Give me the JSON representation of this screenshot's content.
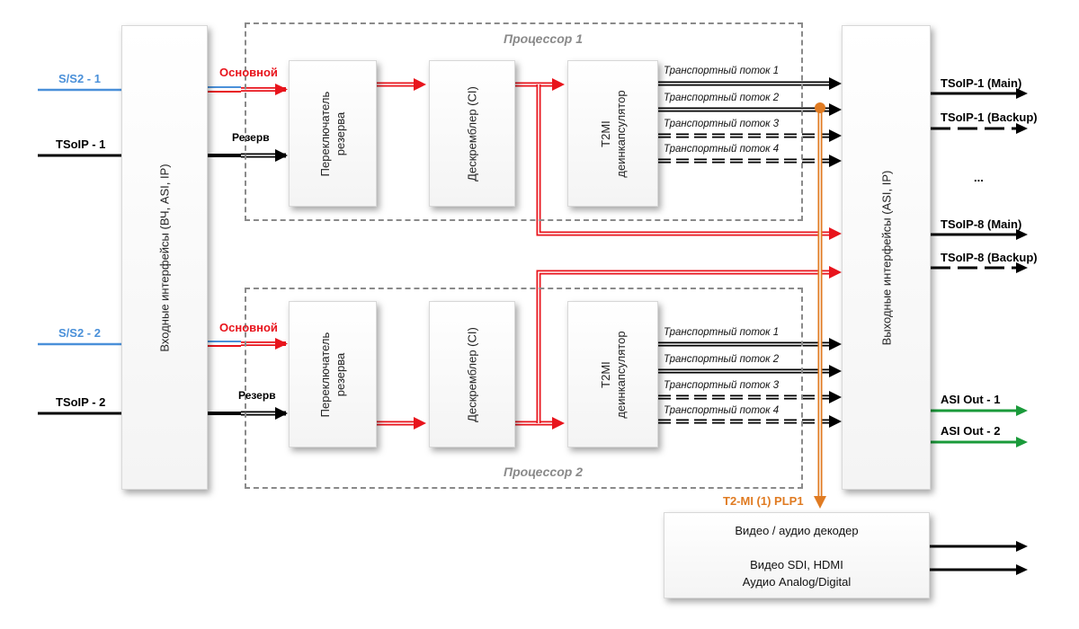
{
  "colors": {
    "primary": "#e8141c",
    "satellite": "#4a90d9",
    "asi_out": "#1a9a3a",
    "t2mi": "#e07b22",
    "processor_border": "#8a8a8a"
  },
  "input_block": {
    "label": "Входные интерфейсы (ВЧ, ASI, IP)"
  },
  "output_block": {
    "label": "Выходные интерфейсы (ASI, IP)"
  },
  "inputs": [
    {
      "label": "S/S2 - 1"
    },
    {
      "label": "TSoIP - 1"
    },
    {
      "label": "S/S2 - 2"
    },
    {
      "label": "TSoIP - 2"
    }
  ],
  "processors": [
    {
      "title": "Процессор 1",
      "primary_label": "Основной",
      "backup_label": "Резерв",
      "switch_label": "Переключатель резерва",
      "descrambler_label": "Дескремблер (CI)",
      "decap_label": "T2MI деинкапсулятор",
      "streams": [
        "Транспортный поток 1",
        "Транспортный поток 2",
        "Транспортный поток 3",
        "Транспортный поток 4"
      ]
    },
    {
      "title": "Процессор 2",
      "primary_label": "Основной",
      "backup_label": "Резерв",
      "switch_label": "Переключатель резерва",
      "descrambler_label": "Дескремблер (CI)",
      "decap_label": "T2MI деинкапсулятор",
      "streams": [
        "Транспортный поток 1",
        "Транспортный поток 2",
        "Транспортный поток 3",
        "Транспортный поток 4"
      ]
    }
  ],
  "outputs": [
    {
      "label": "TSoIP-1 (Main)"
    },
    {
      "label": "TSoIP-1 (Backup)"
    },
    {
      "label": "..."
    },
    {
      "label": "TSoIP-8 (Main)"
    },
    {
      "label": "TSoIP-8 (Backup)"
    },
    {
      "label": "ASI Out - 1"
    },
    {
      "label": "ASI Out - 2"
    }
  ],
  "t2mi_label": "T2-MI (1) PLP1",
  "decoder": {
    "title": "Видео / аудио декодер",
    "video": "Видео SDI, HDMI",
    "audio": "Аудио Analog/Digital"
  }
}
